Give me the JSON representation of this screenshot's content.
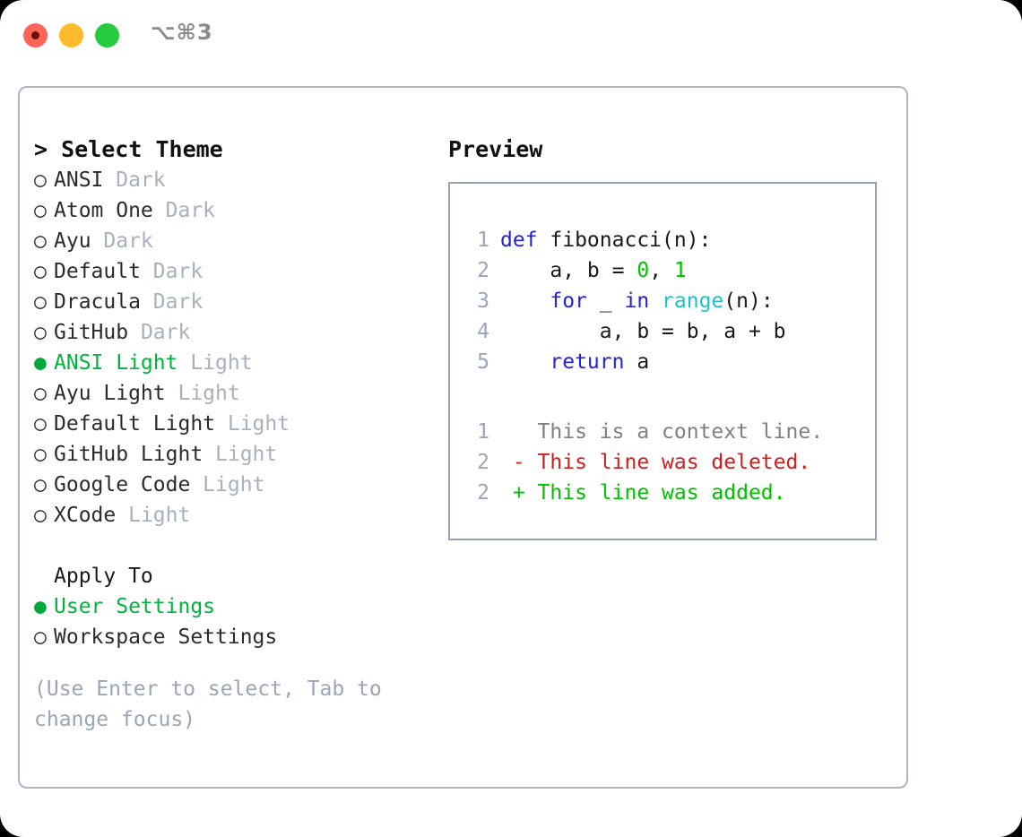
{
  "titlebar": {
    "shortcut": "⌥⌘3",
    "buttons": {
      "close": "close-button",
      "minimize": "minimize-button",
      "zoom": "zoom-button"
    }
  },
  "colors": {
    "accent_green": "#00b33c",
    "radio_on": "#00a63e",
    "muted": "#a8b0bb",
    "hint": "#9aa5b5",
    "panel_border": "#aeb6c2",
    "preview_border": "#93a1b0",
    "keyword": "#2222dd",
    "builtin": "#19c5c5",
    "number": "#00c000",
    "diff_added": "#00c000",
    "diff_deleted": "#cc1f1f",
    "diff_context": "#808080",
    "traffic_red": "#fa6559",
    "traffic_amber": "#fcbb2e",
    "traffic_green": "#27c93f"
  },
  "theme_section": {
    "heading": "> Select Theme",
    "focused": true,
    "radio_on_glyph": "●",
    "radio_off_glyph": "○",
    "items": [
      {
        "name": "ANSI",
        "variant": "Dark",
        "selected": false
      },
      {
        "name": "Atom One",
        "variant": "Dark",
        "selected": false
      },
      {
        "name": "Ayu",
        "variant": "Dark",
        "selected": false
      },
      {
        "name": "Default",
        "variant": "Dark",
        "selected": false
      },
      {
        "name": "Dracula",
        "variant": "Dark",
        "selected": false
      },
      {
        "name": "GitHub",
        "variant": "Dark",
        "selected": false
      },
      {
        "name": "ANSI Light",
        "variant": "Light",
        "selected": true
      },
      {
        "name": "Ayu Light",
        "variant": "Light",
        "selected": false
      },
      {
        "name": "Default Light",
        "variant": "Light",
        "selected": false
      },
      {
        "name": "GitHub Light",
        "variant": "Light",
        "selected": false
      },
      {
        "name": "Google Code",
        "variant": "Light",
        "selected": false
      },
      {
        "name": "XCode",
        "variant": "Light",
        "selected": false
      }
    ]
  },
  "apply_section": {
    "heading": "Apply To",
    "focused": false,
    "items": [
      {
        "name": "User Settings",
        "selected": true
      },
      {
        "name": "Workspace Settings",
        "selected": false
      }
    ]
  },
  "hint": "(Use Enter to select, Tab to change focus)",
  "preview": {
    "heading": "Preview",
    "code": {
      "lines": [
        {
          "number": "1",
          "tokens": [
            {
              "t": "def",
              "c": "kw"
            },
            {
              "t": " fibonacci(n):",
              "c": "plain"
            }
          ]
        },
        {
          "number": "2",
          "tokens": [
            {
              "t": "    a, b = ",
              "c": "plain"
            },
            {
              "t": "0",
              "c": "num"
            },
            {
              "t": ", ",
              "c": "plain"
            },
            {
              "t": "1",
              "c": "num"
            }
          ]
        },
        {
          "number": "3",
          "tokens": [
            {
              "t": "    ",
              "c": "plain"
            },
            {
              "t": "for",
              "c": "kw"
            },
            {
              "t": " _ ",
              "c": "plain"
            },
            {
              "t": "in",
              "c": "kw"
            },
            {
              "t": " ",
              "c": "plain"
            },
            {
              "t": "range",
              "c": "bi"
            },
            {
              "t": "(n):",
              "c": "plain"
            }
          ]
        },
        {
          "number": "4",
          "tokens": [
            {
              "t": "        a, b = b, a + b",
              "c": "plain"
            }
          ]
        },
        {
          "number": "5",
          "tokens": [
            {
              "t": "    ",
              "c": "plain"
            },
            {
              "t": "return",
              "c": "kw"
            },
            {
              "t": " a",
              "c": "plain"
            }
          ]
        }
      ]
    },
    "diff": {
      "lines": [
        {
          "number": "1",
          "marker": " ",
          "text": " This is a context line.",
          "kind": "ctx"
        },
        {
          "number": "2",
          "marker": "-",
          "text": " This line was deleted.",
          "kind": "del"
        },
        {
          "number": "2",
          "marker": "+",
          "text": " This line was added.",
          "kind": "add"
        }
      ]
    }
  }
}
